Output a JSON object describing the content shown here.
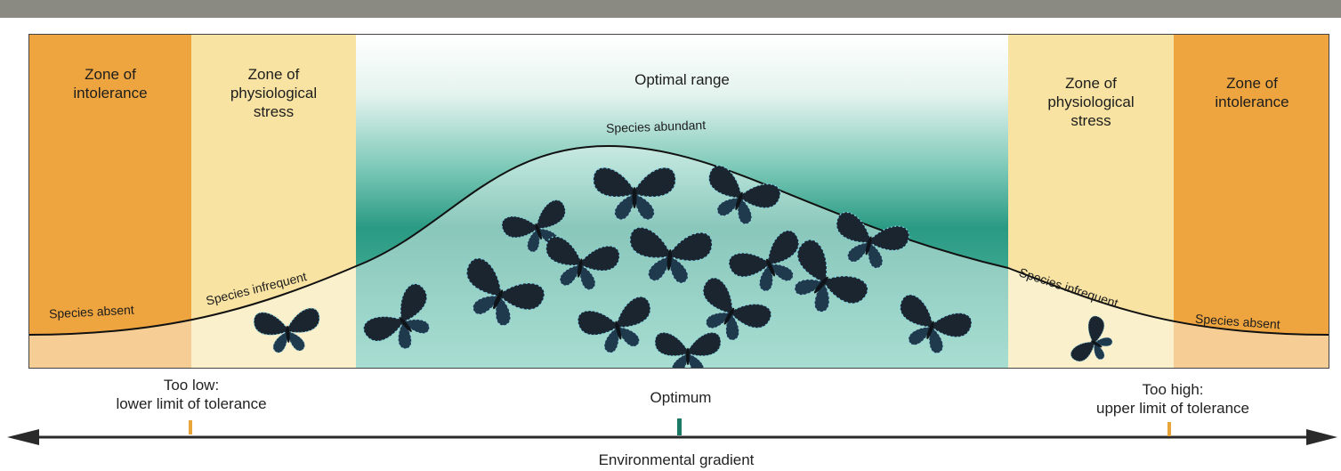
{
  "zones": {
    "intolerance_left": "Zone of\nintolerance",
    "stress_left": "Zone of\nphysiological\nstress",
    "optimal": "Optimal range",
    "stress_right": "Zone of\nphysiological\nstress",
    "intolerance_right": "Zone of\nintolerance"
  },
  "curve_labels": {
    "absent_left": "Species absent",
    "infrequent_left": "Species infrequent",
    "abundant": "Species abundant",
    "infrequent_right": "Species infrequent",
    "absent_right": "Species absent"
  },
  "axis": {
    "too_low": "Too low:\nlower limit of tolerance",
    "optimum": "Optimum",
    "too_high": "Too high:\nupper limit of tolerance",
    "gradient_label": "Environmental gradient"
  },
  "colors": {
    "intolerance": "#eea53f",
    "stress": "#f8e3a2",
    "optimal_dark": "#2a9a83",
    "tick_limit": "#e8a53a",
    "tick_optimum": "#1b7a66"
  }
}
